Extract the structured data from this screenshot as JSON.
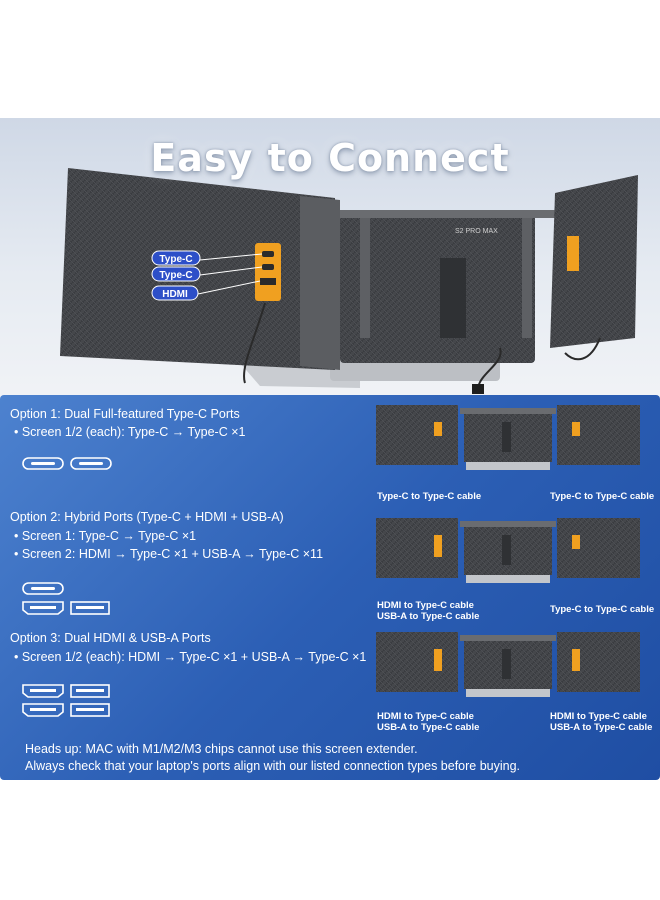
{
  "headline": "Easy to Connect",
  "model": "S2 PRO MAX",
  "hero_port_labels": [
    "Type-C",
    "Type-C",
    "HDMI"
  ],
  "options": [
    {
      "title": "Option 1: Dual Full-featured Type-C Ports",
      "bullets": [
        "• Screen 1/2 (each): Type-C → Type-C ×1"
      ],
      "captions_left": [
        "Type-C to Type-C cable"
      ],
      "captions_right": [
        "Type-C to Type-C cable"
      ],
      "port_icons": [
        [
          "usb-c-port-icon",
          "usb-c-port-icon"
        ]
      ]
    },
    {
      "title": "Option 2: Hybrid Ports (Type-C + HDMI + USB-A)",
      "bullets": [
        "• Screen 1: Type-C → Type-C ×1",
        "• Screen 2: HDMI → Type-C ×1 + USB-A → Type-C ×11"
      ],
      "captions_left": [
        "HDMI to Type-C cable",
        "USB-A to Type-C cable"
      ],
      "captions_right": [
        "Type-C to Type-C cable"
      ],
      "port_icons": [
        [
          "usb-c-port-icon"
        ],
        [
          "hdmi-port-icon",
          "usb-a-port-icon"
        ]
      ]
    },
    {
      "title": "Option 3: Dual HDMI & USB-A Ports",
      "bullets": [
        "• Screen 1/2 (each): HDMI → Type-C ×1 + USB-A → Type-C ×1"
      ],
      "captions_left": [
        "HDMI to Type-C cable",
        "USB-A to Type-C cable"
      ],
      "captions_right": [
        "HDMI to Type-C cable",
        "USB-A to Type-C cable"
      ],
      "port_icons": [
        [
          "hdmi-port-icon",
          "usb-a-port-icon"
        ],
        [
          "hdmi-port-icon",
          "usb-a-port-icon"
        ]
      ]
    }
  ],
  "note": {
    "line1": "Heads up: MAC with M1/M2/M3 chips cannot use this screen extender.",
    "line2": "Always check that your laptop's ports align with our listed connection types before buying."
  },
  "colors": {
    "panel_blue": "#2c5fb5",
    "port_label_blue": "#2d4fc8",
    "accent_orange": "#f0a020",
    "carbon_gray": "#4a4c50"
  }
}
